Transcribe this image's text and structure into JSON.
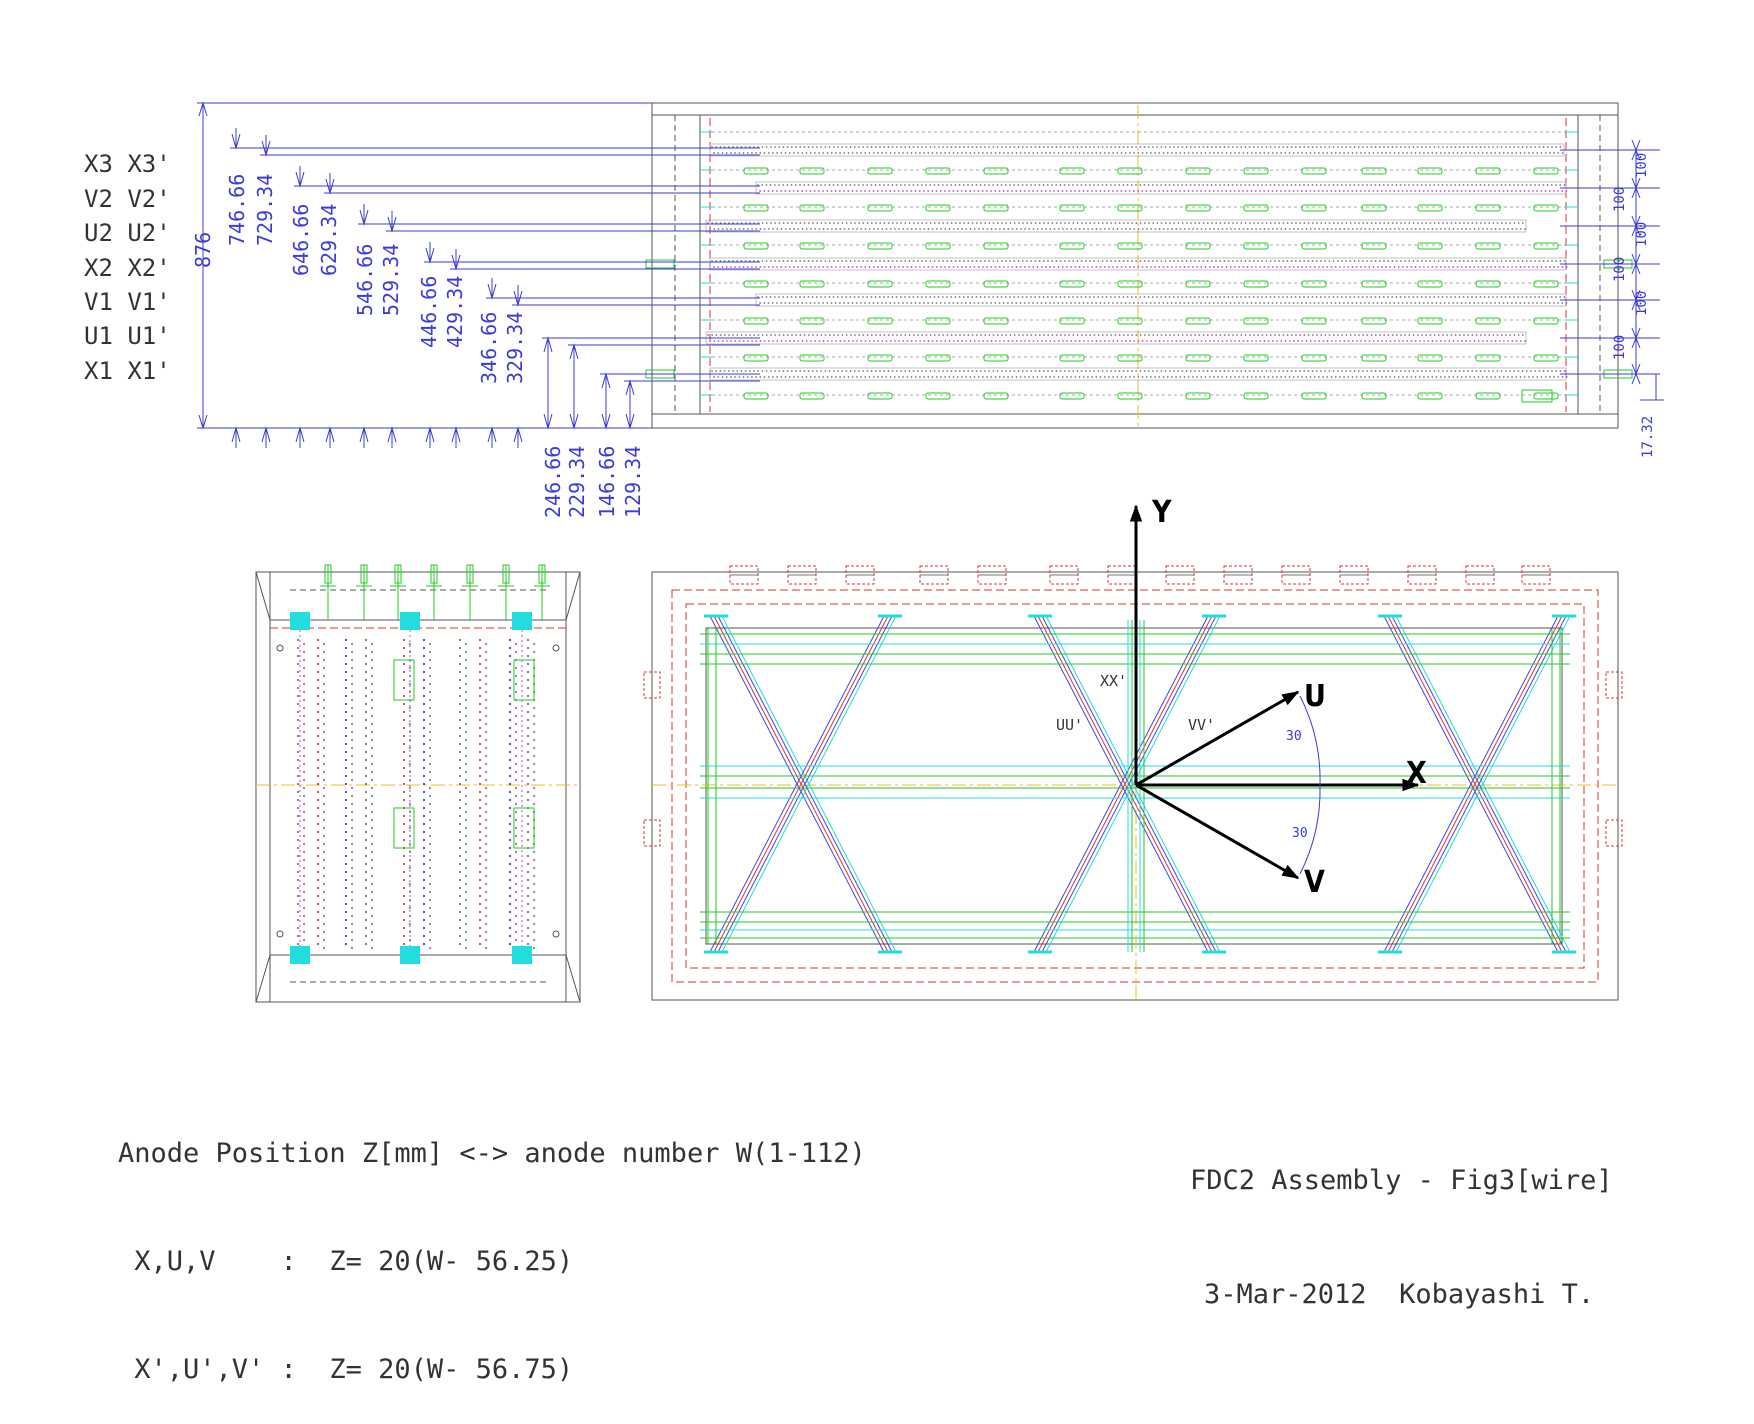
{
  "layer_labels": [
    "X3 X3'",
    "V2 V2'",
    "U2 U2'",
    "X2 X2'",
    "V1 V1'",
    "U1 U1'",
    "X1 X1'"
  ],
  "dimensions": {
    "overall": "876",
    "upper_pairs": [
      [
        "746.66",
        "729.34"
      ],
      [
        "646.66",
        "629.34"
      ],
      [
        "546.66",
        "529.34"
      ],
      [
        "446.66",
        "429.34"
      ],
      [
        "346.66",
        "329.34"
      ]
    ],
    "lower": [
      "246.66",
      "229.34",
      "146.66",
      "129.34"
    ],
    "spacing": [
      "100",
      "100",
      "100",
      "100",
      "100",
      "100"
    ],
    "offset": "17.32"
  },
  "axes": {
    "y": "Y",
    "x": "X",
    "u": "U",
    "v": "V",
    "angle_u": "30",
    "angle_v": "30"
  },
  "wire_labels": {
    "xx": "XX'",
    "uu": "UU'",
    "vv": "VV'"
  },
  "formula_note": {
    "line1": "Anode Position Z[mm] <-> anode number W(1-112)",
    "line2": " X,U,V    :  Z= 20(W- 56.25)",
    "line3": " X',U',V' :  Z= 20(W- 56.75)"
  },
  "title_block": {
    "title": "FDC2 Assembly - Fig3[wire]",
    "date_author": "3-Mar-2012  Kobayashi T."
  },
  "colors": {
    "dimension": "#3b3bd6",
    "outline": "#555555",
    "wire_green": "#22cc22",
    "wire_red": "#dd3333",
    "wire_blue": "#4444dd",
    "cyan": "#22dddd",
    "magenta": "#cc44cc",
    "axis": "#000000"
  }
}
